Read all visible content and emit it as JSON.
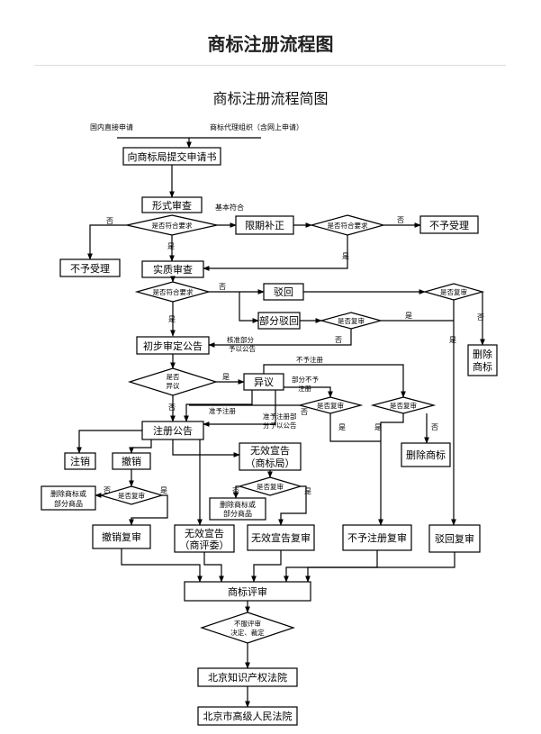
{
  "page": {
    "title": "商标注册流程图",
    "subtitle": "商标注册流程简图"
  },
  "sources": {
    "direct": "国内直接申请",
    "agent": "商标代理组织（含网上申请）"
  },
  "nodes": {
    "submit": "向商标局提交申请书",
    "formal_review": "形式审查",
    "d1": "是否符合要求",
    "basic_ok": "基本符合",
    "limit_fix": "限期补正",
    "d2": "是否符合要求",
    "reject_left": "不予受理",
    "reject_right": "不予受理",
    "substantive": "实质审查",
    "d3": "是否符合要求",
    "rejected": "驳回",
    "partial_reject": "部分驳回",
    "d4": "是否复审",
    "d5": "是否复审",
    "delete_mark": [
      "删除",
      "商标"
    ],
    "prelim": "初步审定公告",
    "approve_part": [
      "核准部分",
      "予以公告"
    ],
    "d6": [
      "是否",
      "异议"
    ],
    "objection": "异议",
    "no_reg": "不予注册",
    "part_no_reg": [
      "部分不予",
      "注册"
    ],
    "d7": "是否复审",
    "d8": "是否复审",
    "allow_reg": "准予注册",
    "allow_part": [
      "准予注册部",
      "分予以公告"
    ],
    "reg_notice": "注册公告",
    "delete_mark2": "删除商标",
    "cancel_note": "注销",
    "revoke": "撤销",
    "invalid_tm": [
      "无效宣告",
      "（商标局）"
    ],
    "d9": "是否复审",
    "d10": "是否复审",
    "delete_part_left": [
      "删除商标或",
      "部分商品"
    ],
    "delete_part_mid": [
      "删除商标或",
      "部分商品"
    ],
    "revoke_review": "撤销复审",
    "invalid_trab": [
      "无效宣告",
      "（商评委）"
    ],
    "invalid_review": "无效宣告复审",
    "no_reg_review": "不予注册复审",
    "reject_review": "驳回复审",
    "trab": "商标评审",
    "d11": [
      "不服评审",
      "决定、裁定"
    ],
    "ip_court": "北京知识产权法院",
    "high_court": "北京市高级人民法院"
  },
  "labels": {
    "no": "否",
    "yes": "是"
  }
}
